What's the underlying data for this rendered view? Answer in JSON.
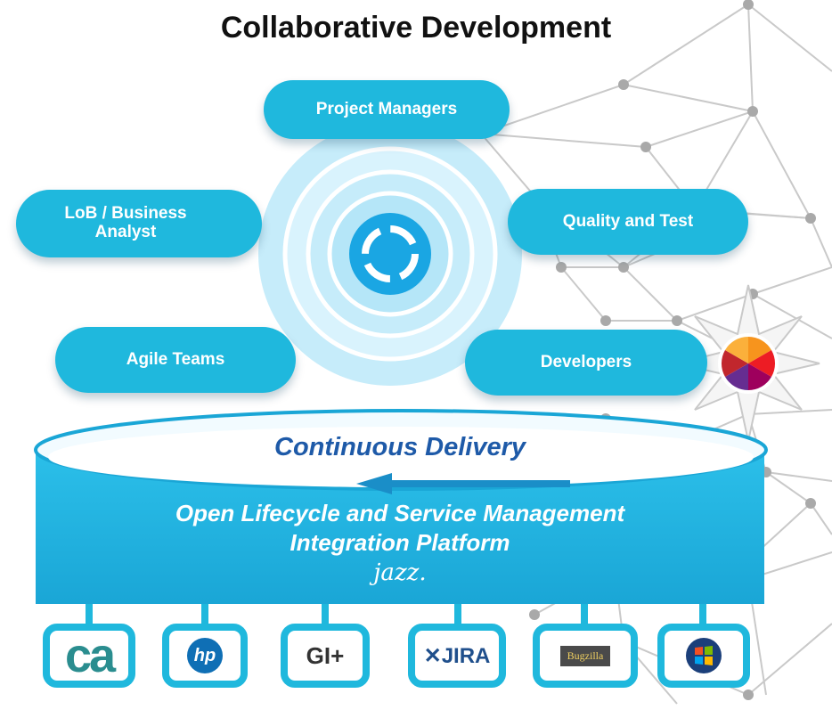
{
  "title": "Collaborative Development",
  "roles": {
    "project_managers": "Project Managers",
    "business_analyst": "LoB / Business Analyst",
    "quality_test": "Quality and Test",
    "agile_teams": "Agile Teams",
    "developers": "Developers"
  },
  "platform": {
    "continuous_delivery": "Continuous Delivery",
    "line1": "Open Lifecycle and Service Management",
    "line2": "Integration Platform",
    "brand": "jazz."
  },
  "tools": [
    {
      "name": "CA",
      "text": "ca"
    },
    {
      "name": "HP",
      "text": "hp"
    },
    {
      "name": "Git",
      "text": "GI+"
    },
    {
      "name": "JIRA",
      "text": "JIRA"
    },
    {
      "name": "Bugzilla",
      "text": "Bugzilla"
    },
    {
      "name": "Windows",
      "text": ""
    }
  ],
  "colors": {
    "accent": "#1fb8dd",
    "title": "#111111",
    "continuous_delivery": "#1e5aa8",
    "network": "#c6c6c6"
  }
}
